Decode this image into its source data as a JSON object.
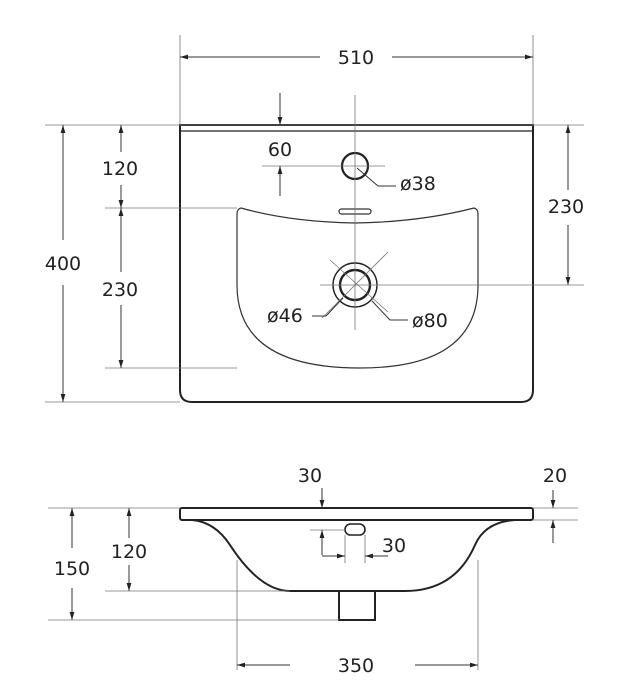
{
  "top_view": {
    "width_label": "510",
    "height_label": "400",
    "faucet_offset_label": "120",
    "basin_depth_label": "230",
    "drain_offset_label": "230",
    "faucet_hole_clearance_label": "60",
    "faucet_hole_diameter_label": "ø38",
    "drain_inner_diameter_label": "ø46",
    "drain_outer_diameter_label": "ø80"
  },
  "side_view": {
    "slab_label": "30",
    "rim_label": "20",
    "total_height_label": "150",
    "basin_height_label": "120",
    "overflow_label": "30",
    "basin_width_label": "350"
  }
}
